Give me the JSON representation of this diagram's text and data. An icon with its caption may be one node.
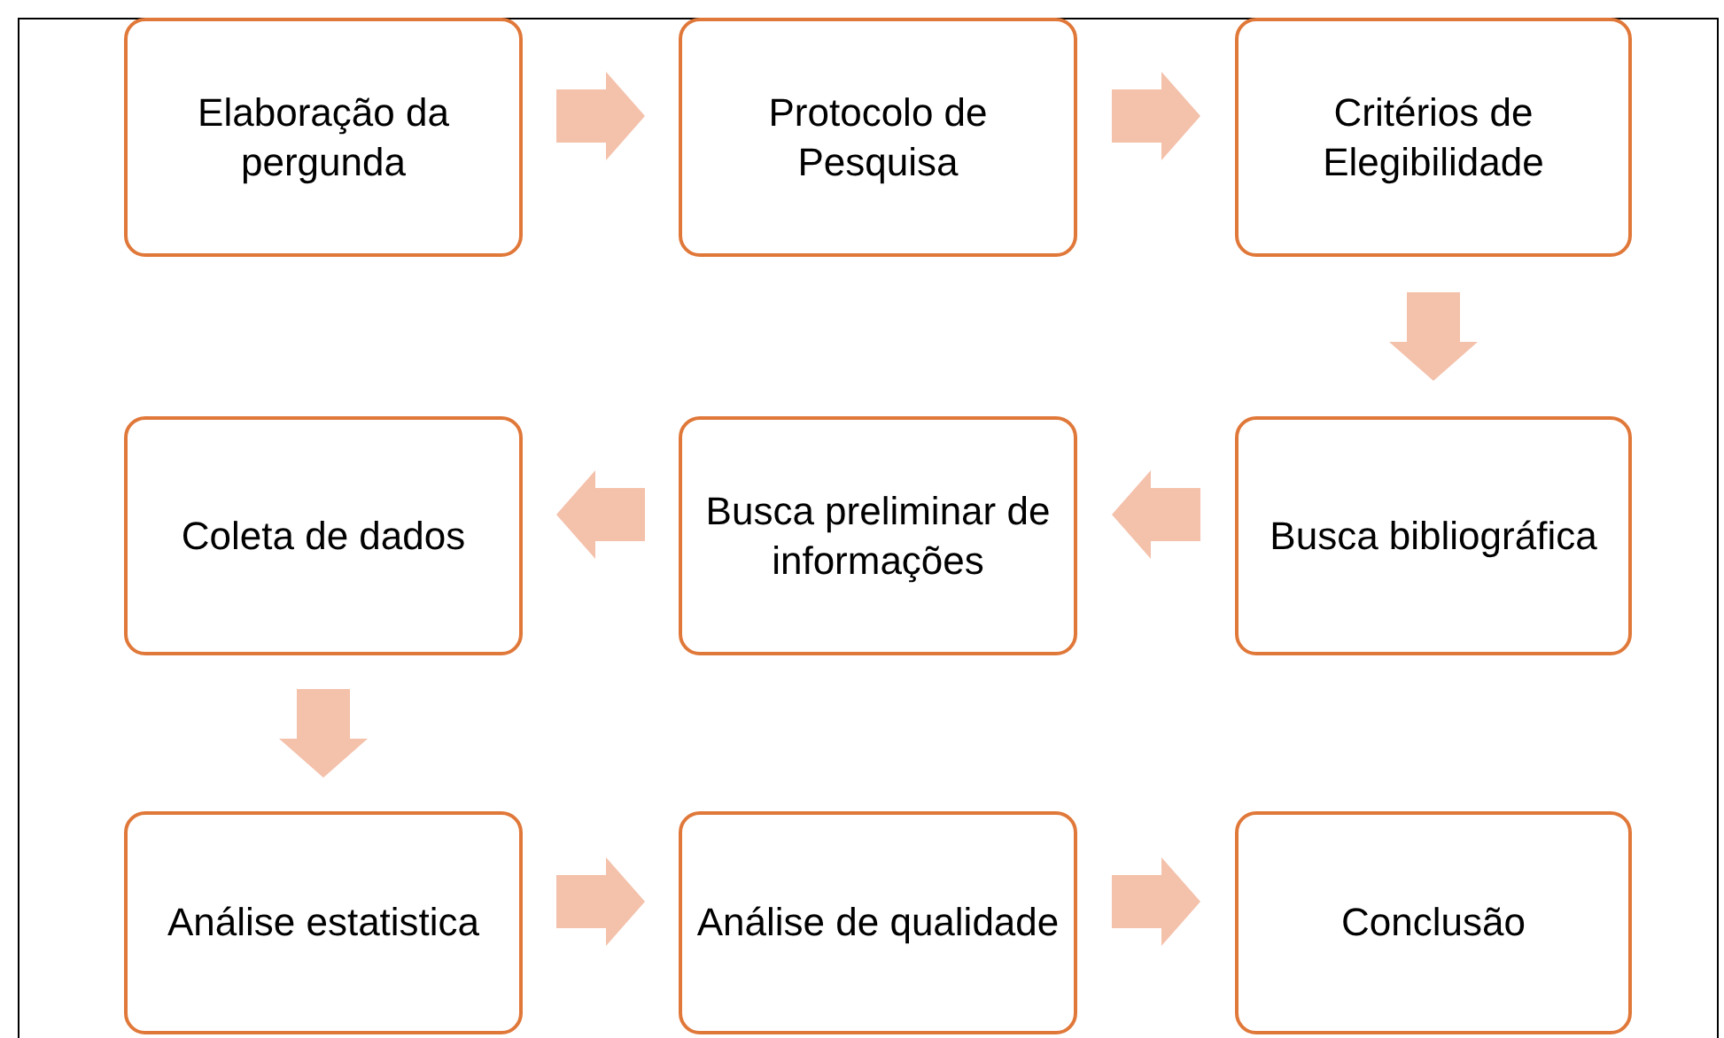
{
  "diagram": {
    "nodes": [
      {
        "text": [
          "Elaboração da pergunda"
        ]
      },
      {
        "text": [
          "Protocolo de Pesquisa"
        ]
      },
      {
        "text": [
          "Critérios de Elegibilidade"
        ]
      },
      {
        "text": [
          "Busca bibliográfica"
        ]
      },
      {
        "text": [
          "Busca preliminar de informações"
        ]
      },
      {
        "text": [
          "Coleta de dados"
        ]
      },
      {
        "text": [
          "Análise estatistica"
        ]
      },
      {
        "text": [
          "Análise de qualidade"
        ]
      },
      {
        "text": [
          "Conclusão"
        ]
      }
    ],
    "edges": [
      {
        "from": 0,
        "to": 1,
        "arrow": "to"
      },
      {
        "from": 1,
        "to": 2,
        "arrow": "to"
      },
      {
        "from": 2,
        "to": 3,
        "arrow": "to"
      },
      {
        "from": 3,
        "to": 4,
        "arrow": "to"
      },
      {
        "from": 4,
        "to": 5,
        "arrow": "to"
      },
      {
        "from": 5,
        "to": 6,
        "arrow": "to"
      },
      {
        "from": 6,
        "to": 7,
        "arrow": "to"
      },
      {
        "from": 7,
        "to": 8,
        "arrow": "to"
      }
    ]
  }
}
